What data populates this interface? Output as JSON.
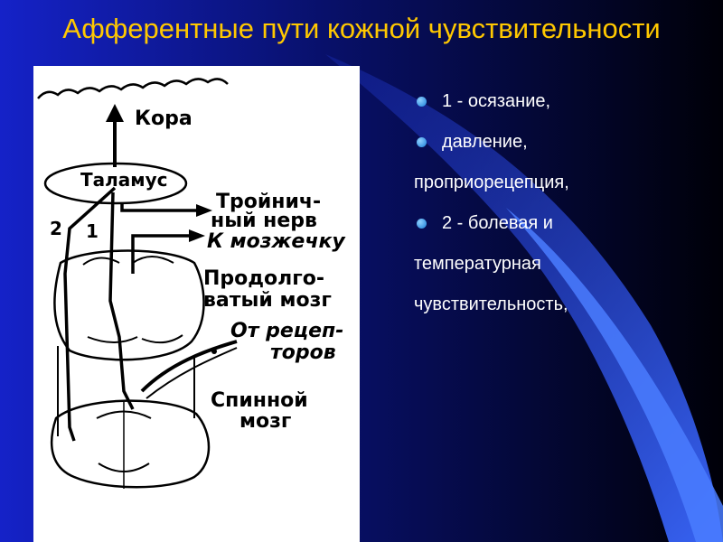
{
  "slide": {
    "title": "Афферентные пути кожной чувствительности",
    "bullets": [
      {
        "text": "1 - осязание,",
        "bullet": true
      },
      {
        "text": "давление,",
        "bullet": true
      },
      {
        "text": "проприорецепция,",
        "bullet": false
      },
      {
        "text": "2 - болевая и",
        "bullet": true
      },
      {
        "text": "температурная",
        "bullet": false
      },
      {
        "text": "чувствительность,",
        "bullet": false
      }
    ]
  },
  "diagram": {
    "labels": {
      "cortex": "Кора",
      "thalamus": "Таламус",
      "trigeminal_1": "Тройнич-",
      "trigeminal_2": "ный нерв",
      "cerebellum": "К мозжечку",
      "medulla_1": "Продолго-",
      "medulla_2": "ватый мозг",
      "receptors_1": "От рецеп-",
      "receptors_2": "торов",
      "spinal_1": "Спинной",
      "spinal_2": "мозг",
      "path_2": "2",
      "path_1": "1"
    }
  },
  "colors": {
    "title": "#ffc800",
    "text": "#ffffff",
    "bullet": "#3a9ee8",
    "bg_dark": "#000010",
    "bg_blue": "#1a2ad8",
    "panel": "#ffffff"
  }
}
